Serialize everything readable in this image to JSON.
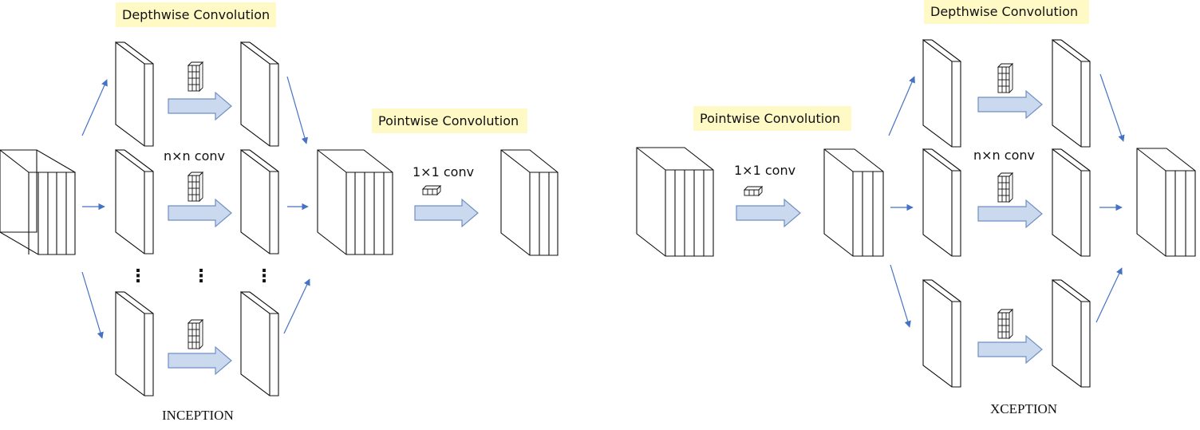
{
  "inception": {
    "depthwise_label": "Depthwise Convolution",
    "pointwise_label": "Pointwise Convolution",
    "nxn_label": "n×n conv",
    "one_by_one_label": "1×1 conv",
    "caption": "INCEPTION",
    "dots": "⋮"
  },
  "xception": {
    "depthwise_label": "Depthwise Convolution",
    "pointwise_label": "Pointwise Convolution",
    "nxn_label": "n×n conv",
    "one_by_one_label": "1×1 conv",
    "caption": "XCEPTION"
  },
  "colors": {
    "label_background": "#fff9c6",
    "thin_arrow": "#4472c4",
    "block_arrow_fill": "#cbd9ee",
    "block_arrow_stroke": "#6f8fc4"
  }
}
